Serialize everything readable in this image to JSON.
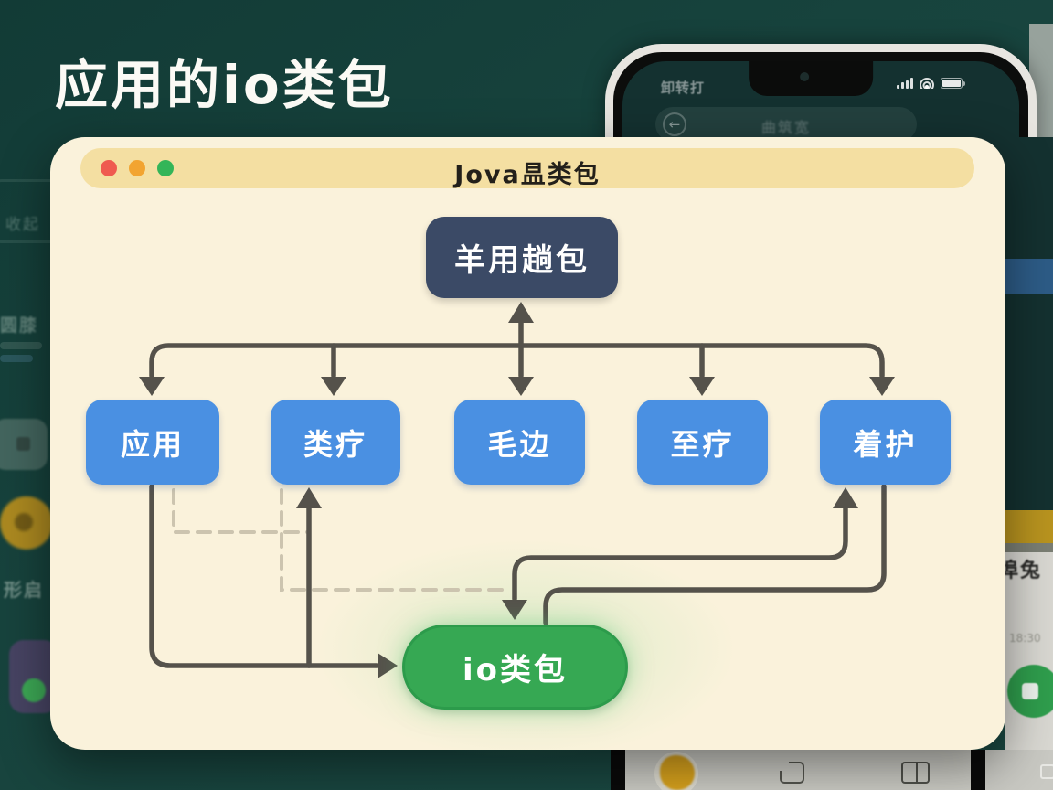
{
  "slide": {
    "title": "应用的io类包"
  },
  "window": {
    "titlebar": {
      "title": "Jova昷类包"
    },
    "diagram": {
      "root": {
        "label": "羊用趟包"
      },
      "children": [
        {
          "label": "应用"
        },
        {
          "label": "类疗"
        },
        {
          "label": "毛边"
        },
        {
          "label": "至疗"
        },
        {
          "label": "着护"
        }
      ],
      "sink": {
        "label": "io类包"
      }
    }
  },
  "background": {
    "phone_status": {
      "left_text": "卸转打",
      "icons": [
        "signal-icon",
        "wifi-icon",
        "battery-icon"
      ]
    },
    "phone_nav": {
      "back_icon": "back-arrow-icon",
      "title": "曲筑宽"
    },
    "right_panel": {
      "heading": "埠兔",
      "time": "18:30"
    },
    "left_panel": {
      "texts": [
        "收起",
        "圆膝",
        "形启"
      ]
    }
  },
  "colors": {
    "background_teal": "#17433d",
    "window_cream": "#faf2db",
    "titlebar_yellow": "#f4dfa2",
    "node_navy": "#3b4a66",
    "node_blue": "#4a90e2",
    "node_green": "#36a853",
    "arrow_gray": "#55524b",
    "dashed_gray": "#ccc4af"
  }
}
